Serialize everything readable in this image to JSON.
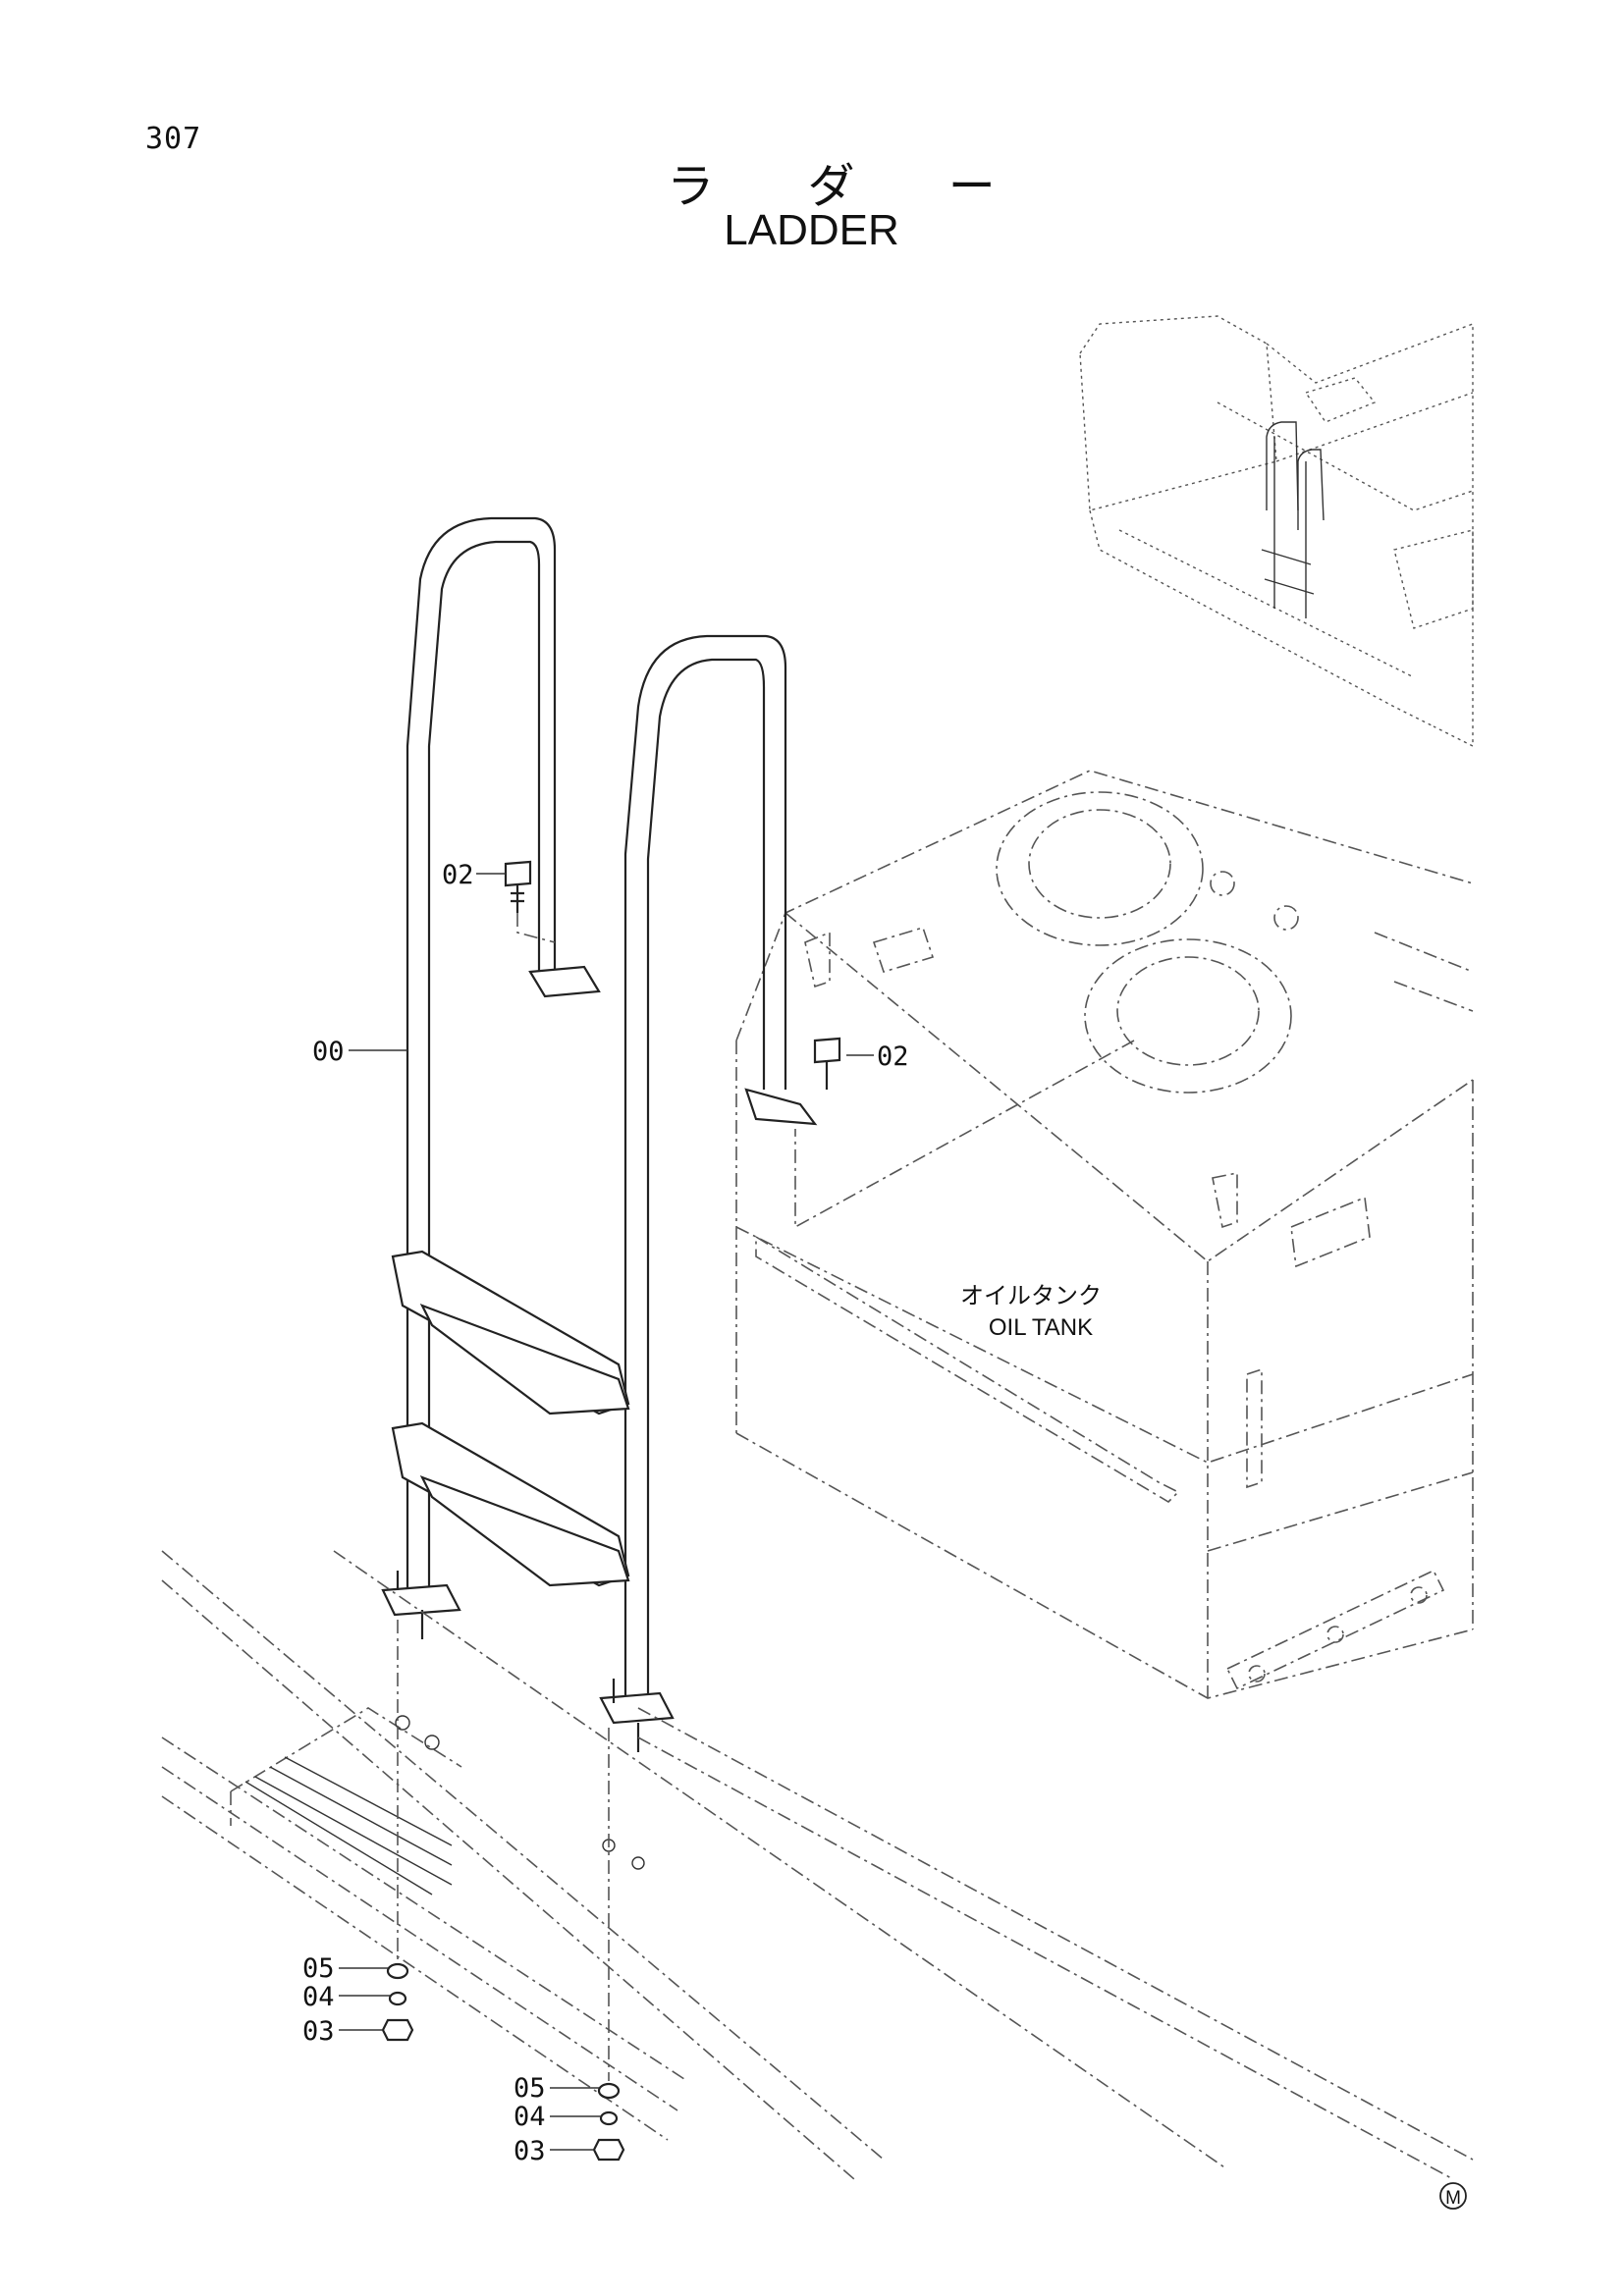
{
  "page_number": "307",
  "title_jp": "ラ ダ ー",
  "title_en": "LADDER",
  "oil_tank_label_jp": "オイルタンク",
  "oil_tank_label_en": "OIL TANK",
  "callouts": {
    "ladder": "00",
    "bolt_left": "02",
    "bolt_right": "02",
    "washer_left": "05",
    "lockwasher_left": "04",
    "nut_left": "03",
    "washer_right": "05",
    "lockwasher_right": "04",
    "nut_right": "03"
  },
  "mark": "M"
}
